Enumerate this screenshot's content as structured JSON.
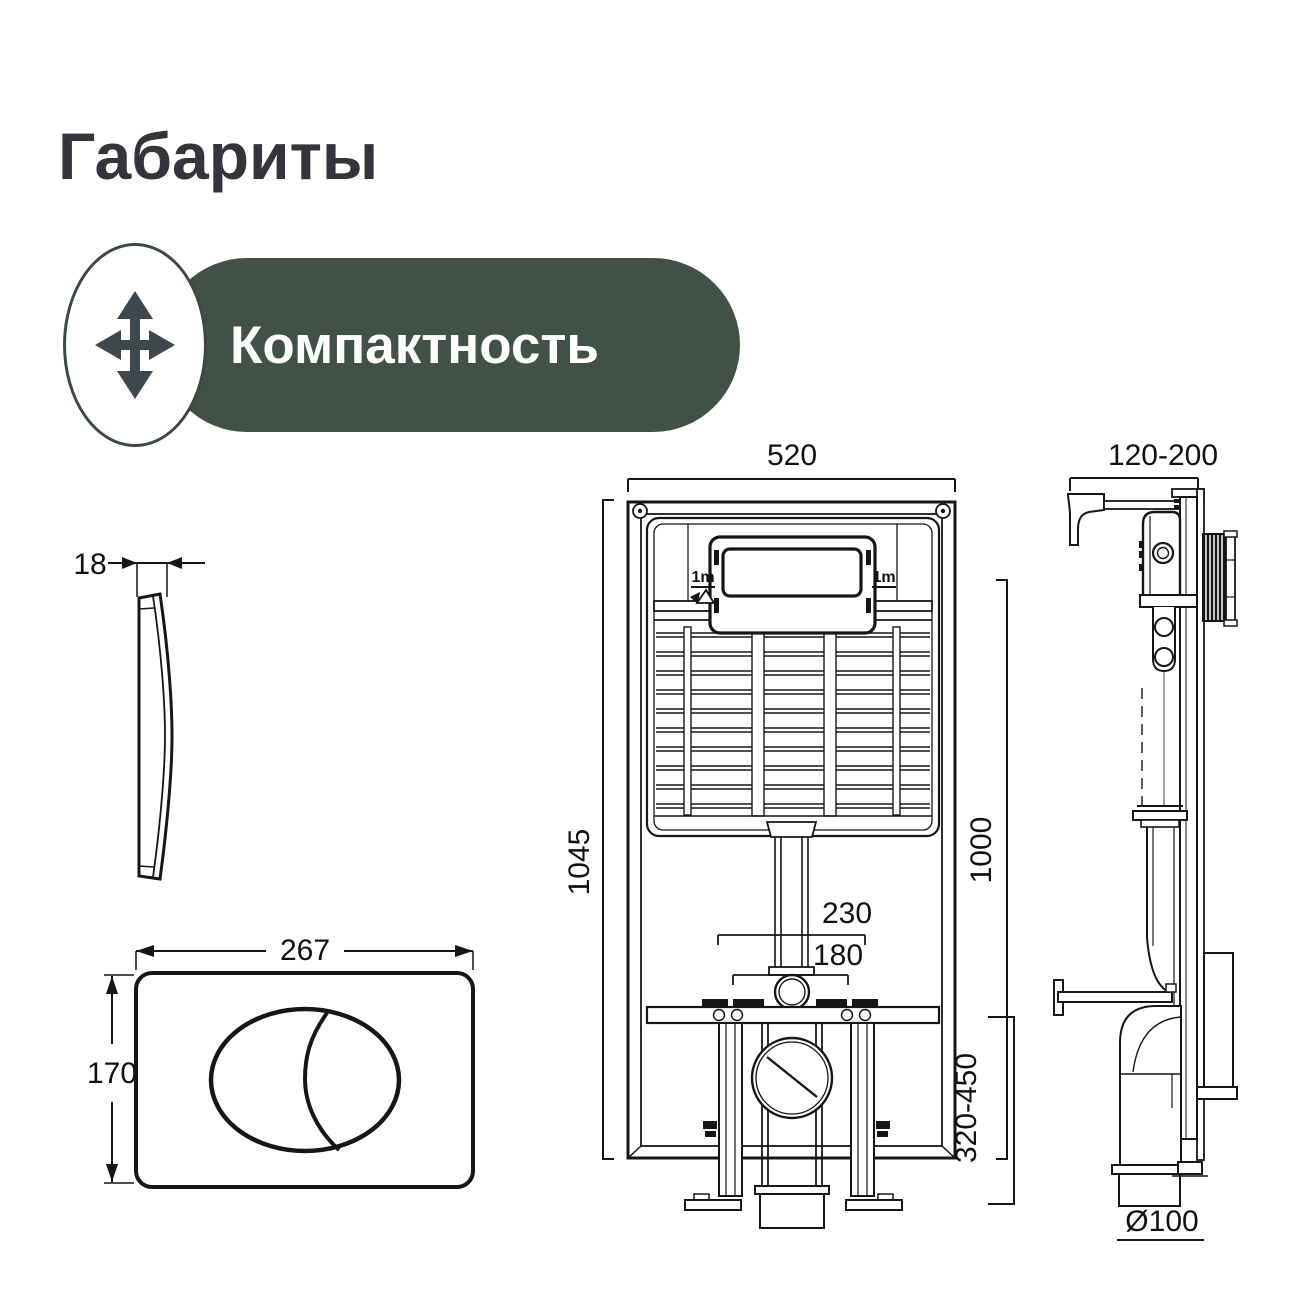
{
  "title": "Габариты",
  "badge": {
    "label": "Компактность",
    "icon": "move-arrows-icon"
  },
  "colors": {
    "badge_green": "#425146",
    "badge_border": "#3a4a3f",
    "icon_dark": "#3e474b",
    "line": "#161616",
    "title_color": "#333538"
  },
  "drawing": {
    "plate_side": {
      "thickness": "18"
    },
    "plate_front": {
      "width": "267",
      "height": "170"
    },
    "frame_front": {
      "width": "520",
      "height_overall": "1045",
      "height_install": "1000",
      "offset_outer": "230",
      "offset_inner": "180",
      "outlet_height_range": "320-450",
      "hose_left": "1m",
      "hose_right": "1m"
    },
    "frame_side": {
      "depth_range": "120-200",
      "outlet_diameter": "Ø100"
    }
  }
}
